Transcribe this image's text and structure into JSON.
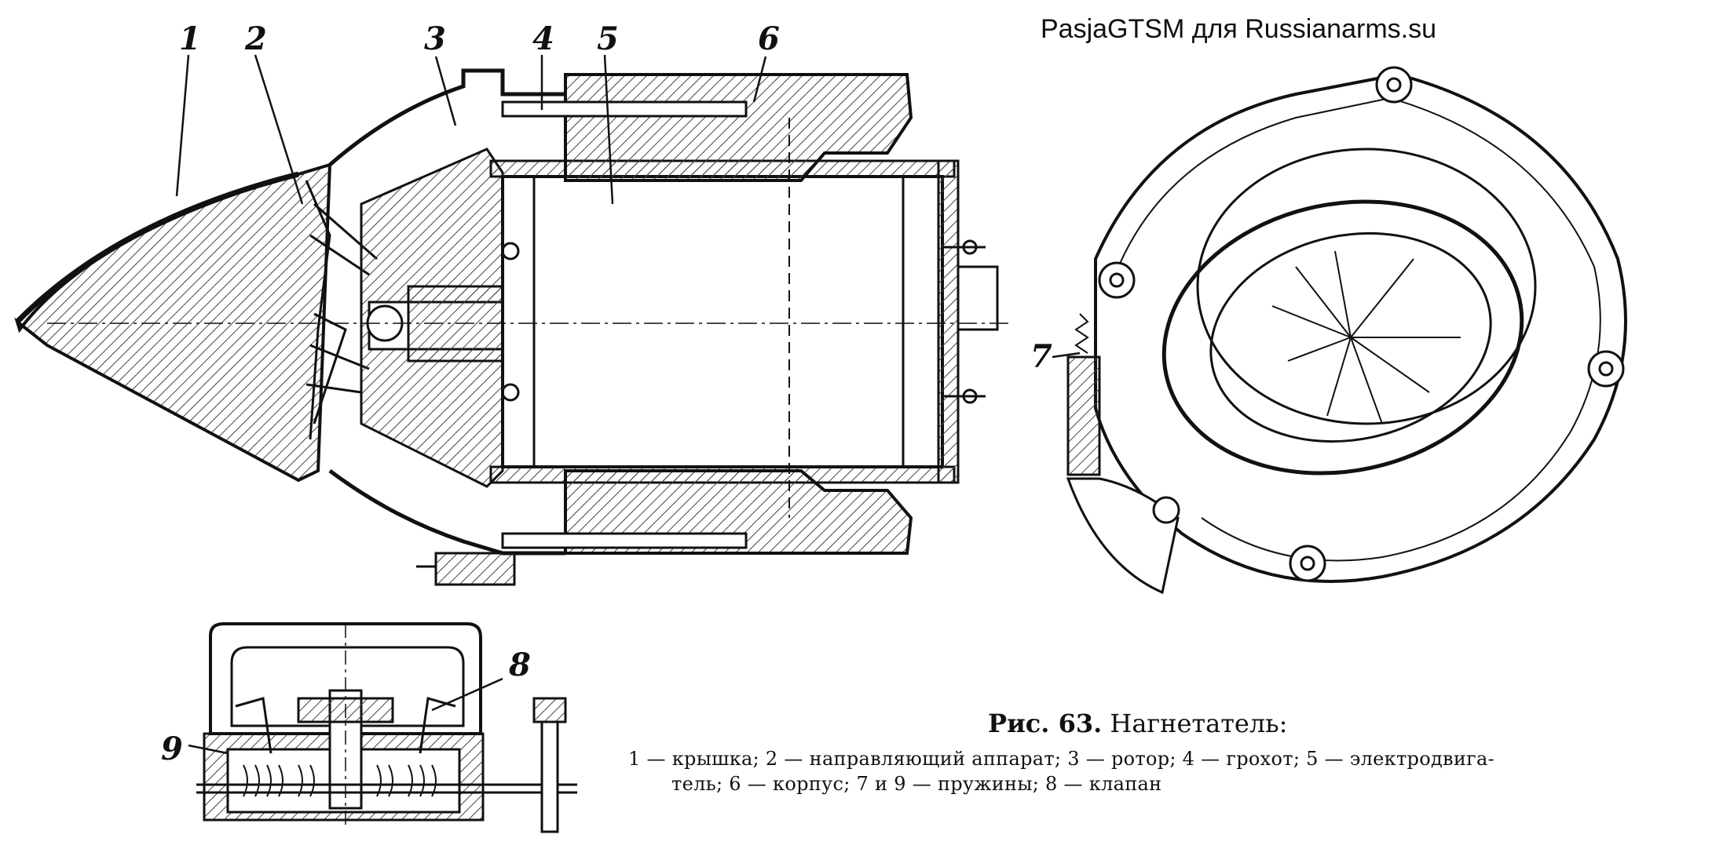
{
  "watermark": "PasjaGTSM для Russianarms.su",
  "callouts": {
    "c1": "1",
    "c2": "2",
    "c3": "3",
    "c4": "4",
    "c5": "5",
    "c6": "6",
    "c7": "7",
    "c8": "8",
    "c9": "9"
  },
  "caption": {
    "fig_label": "Рис. 63.",
    "fig_title": "Нагнетатель:",
    "line1": "1 — крышка;  2 — направляющий  аппарат;  3 — ротор;  4 — грохот;  5 — электродвига-",
    "line2": "тель; 6 — корпус; 7 и 9 — пружины; 8 — клапан"
  },
  "colors": {
    "ink": "#111111",
    "hatch": "#444444",
    "paper": "#ffffff"
  }
}
